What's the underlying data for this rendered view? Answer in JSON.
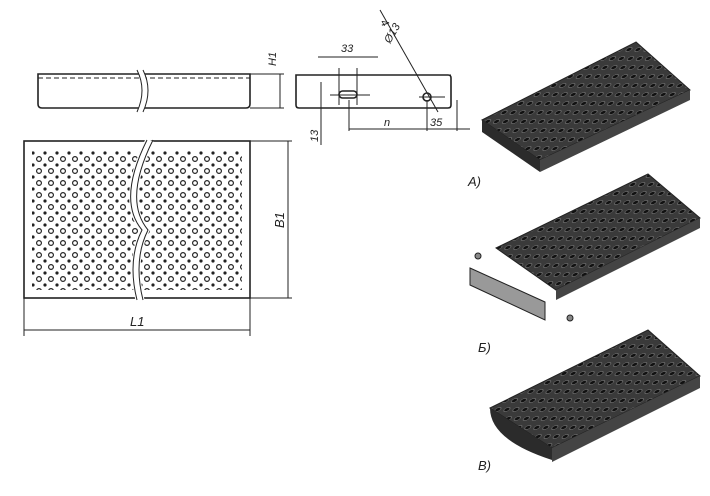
{
  "dimensions": {
    "height": "H1",
    "width": "B1",
    "length": "L1",
    "slot_spacing": "33",
    "hole_diameter": "Ø13",
    "hole_count": "4",
    "slot_height": "13",
    "hole_pitch": "n",
    "edge_offset": "35"
  },
  "variants": [
    {
      "label": "А)"
    },
    {
      "label": "Б)"
    },
    {
      "label": "В)"
    }
  ],
  "colors": {
    "line": "#222222",
    "step_body": "#2b2b2b",
    "step_edge": "#555555"
  }
}
